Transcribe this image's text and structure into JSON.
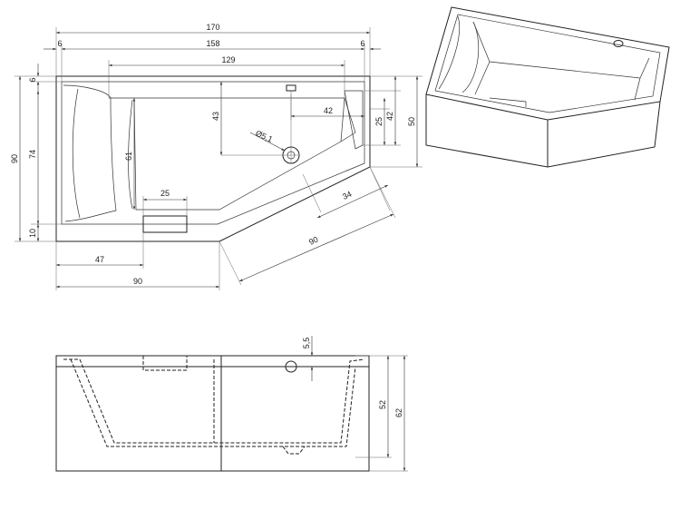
{
  "plan_view": {
    "dims": {
      "overall_length": "170",
      "left_rim": "6",
      "inner_length": "158",
      "right_rim": "6",
      "bottom_length": "129",
      "top_rim": "6",
      "overall_depth": "90",
      "inner_depth": "74",
      "bottom_rim": "10",
      "back_depth": "43",
      "bottom_depth": "61",
      "drain_offset": "42",
      "right_inner_depth": "42",
      "right_small_depth": "25",
      "right_depth": "50",
      "overflow_width": "25",
      "drain_diameter": "Ø5,1",
      "angled_rim": "34",
      "angled_side": "90",
      "left_front": "47",
      "front_length": "90"
    }
  },
  "side_view": {
    "dims": {
      "drain_height": "5,5",
      "inner_height": "52",
      "overall_height": "62"
    }
  }
}
